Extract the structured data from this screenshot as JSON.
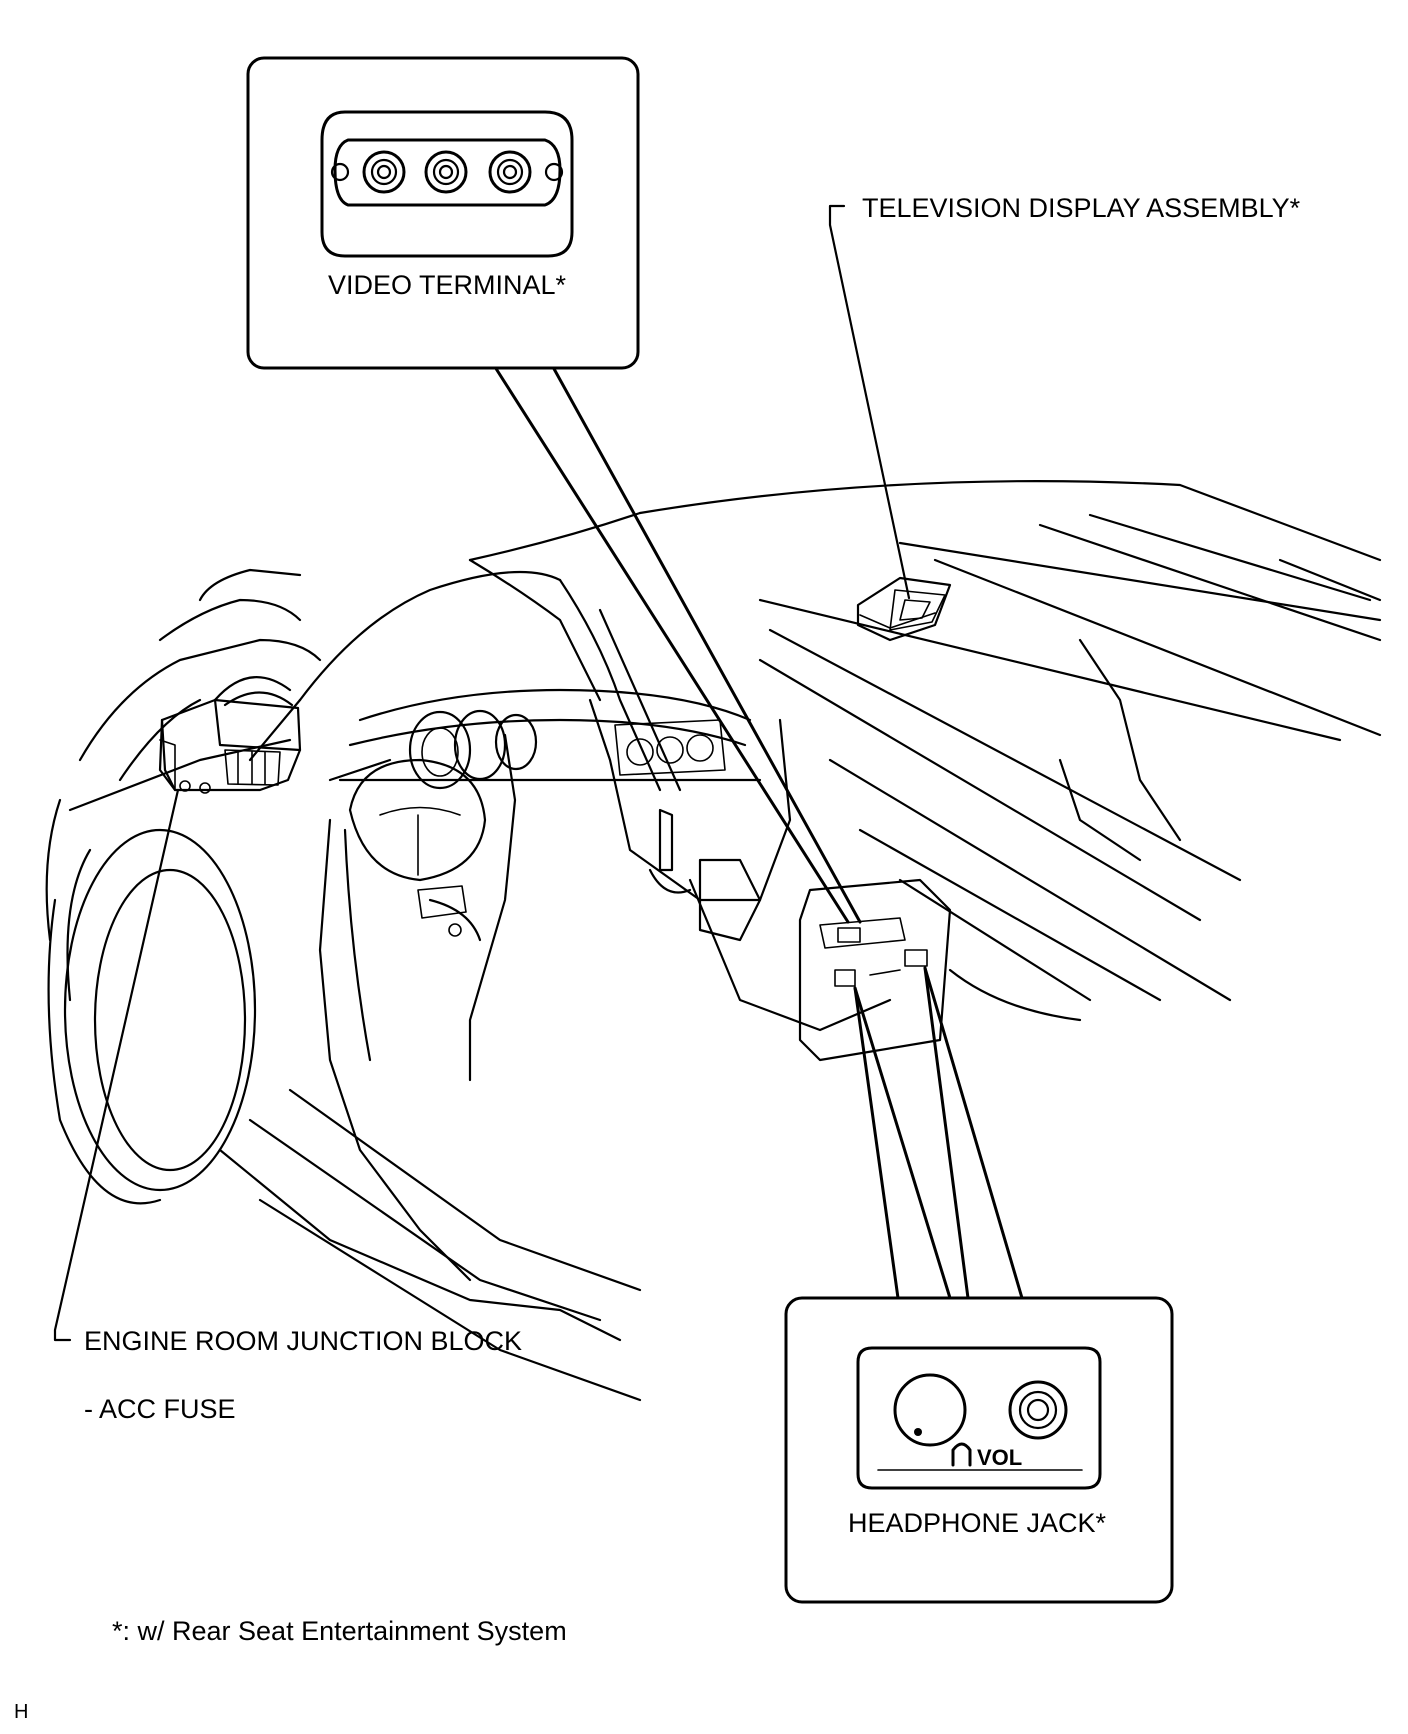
{
  "labels": {
    "video_terminal": "VIDEO TERMINAL*",
    "television_display": "TELEVISION DISPLAY ASSEMBLY*",
    "engine_room_junction_block": "ENGINE ROOM JUNCTION BLOCK",
    "acc_fuse": "- ACC FUSE",
    "headphone_jack": "HEADPHONE JACK*",
    "headphone_vol": "VOL",
    "footnote": "*: w/ Rear Seat Entertainment System",
    "corner_mark": "H"
  }
}
